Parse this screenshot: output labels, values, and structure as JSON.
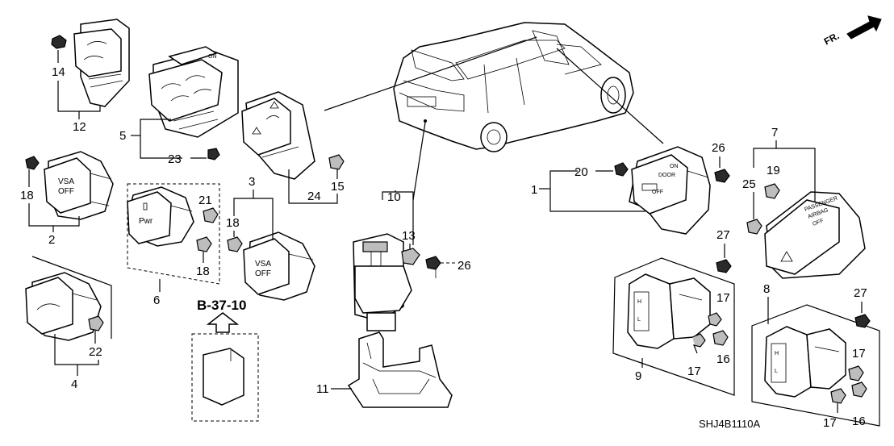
{
  "diagram_code": "SHJ4B1110A",
  "direction_label": "FR.",
  "reference": "B-37-10",
  "switch_text": {
    "vsa_line1": "VSA",
    "vsa_line2": "OFF",
    "pwr": "Pwr",
    "on": "ON",
    "off": "OFF",
    "door": "DOOR",
    "passenger_line1": "PASSENGER",
    "passenger_line2": "AIRBAG",
    "passenger_line3": "OFF"
  },
  "part_numbers": {
    "p1": "1",
    "p2": "2",
    "p3": "3",
    "p4": "4",
    "p5": "5",
    "p6": "6",
    "p7": "7",
    "p8": "8",
    "p9": "9",
    "p10": "10",
    "p11": "11",
    "p12": "12",
    "p13": "13",
    "p14": "14",
    "p15": "15",
    "p16a": "16",
    "p16b": "16",
    "p17a": "17",
    "p17b": "17",
    "p17c": "17",
    "p17d": "17",
    "p18a": "18",
    "p18b": "18",
    "p18c": "18",
    "p19": "19",
    "p20": "20",
    "p21": "21",
    "p22": "22",
    "p23": "23",
    "p24": "24",
    "p25": "25",
    "p26a": "26",
    "p26b": "26",
    "p27a": "27",
    "p27b": "27"
  },
  "colors": {
    "ink": "#000000",
    "paper": "#ffffff",
    "shade": "#2a2a2a"
  }
}
